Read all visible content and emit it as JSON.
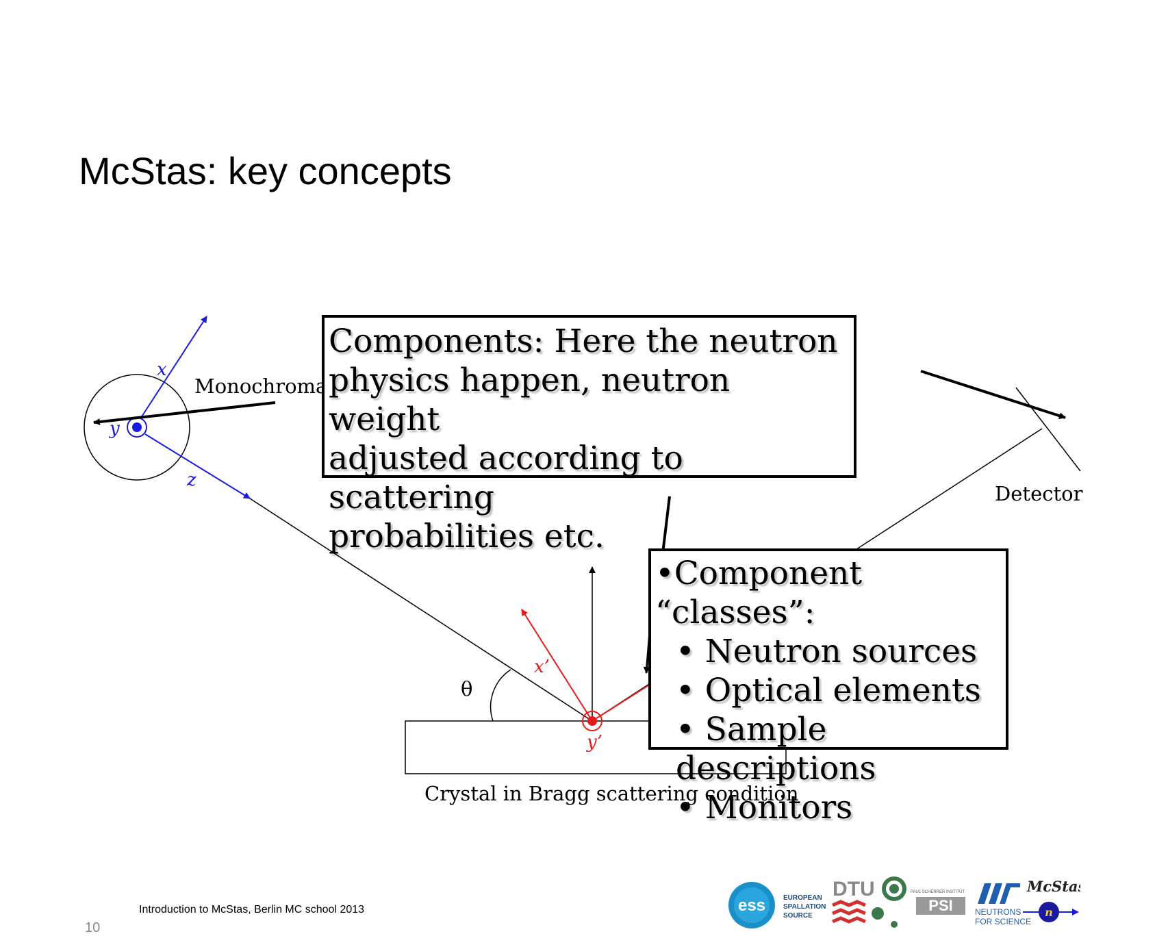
{
  "slide": {
    "title": "McStas: key concepts",
    "footer": "Introduction to McStas, Berlin MC school 2013",
    "page_number": "10"
  },
  "diagram": {
    "monochromator_label": "Monochromator",
    "detector_label": "Detector",
    "crystal_label": "Crystal in Bragg scattering condition",
    "theta_label": "θ",
    "axes_blue": {
      "x": "x",
      "y": "y",
      "z": "z"
    },
    "axes_red": {
      "x": "x’",
      "y": "y’"
    },
    "colors": {
      "blue_axes": "#1a1ae6",
      "red_axes": "#e61a1a",
      "lines": "#000000"
    }
  },
  "callouts": {
    "components": {
      "lines": [
        "Components: Here the neutron",
        "physics happen, neutron weight",
        "adjusted according to scattering",
        "probabilities etc."
      ]
    },
    "classes": {
      "heading": "•Component “classes”:",
      "items": [
        "Neutron sources",
        "Optical elements",
        "Sample descriptions",
        "Monitors"
      ]
    }
  },
  "logos": {
    "ess": "ess",
    "ess_text": [
      "EUROPEAN",
      "SPALLATION",
      "SOURCE"
    ],
    "dtu": "DTU",
    "psi_top": "PAUL SCHERRER INSTITUT",
    "psi": "PSI",
    "ill_text": [
      "NEUTRONS",
      "FOR SCIENCE"
    ],
    "mcstas": "McStas",
    "mcstas_n": "n"
  }
}
